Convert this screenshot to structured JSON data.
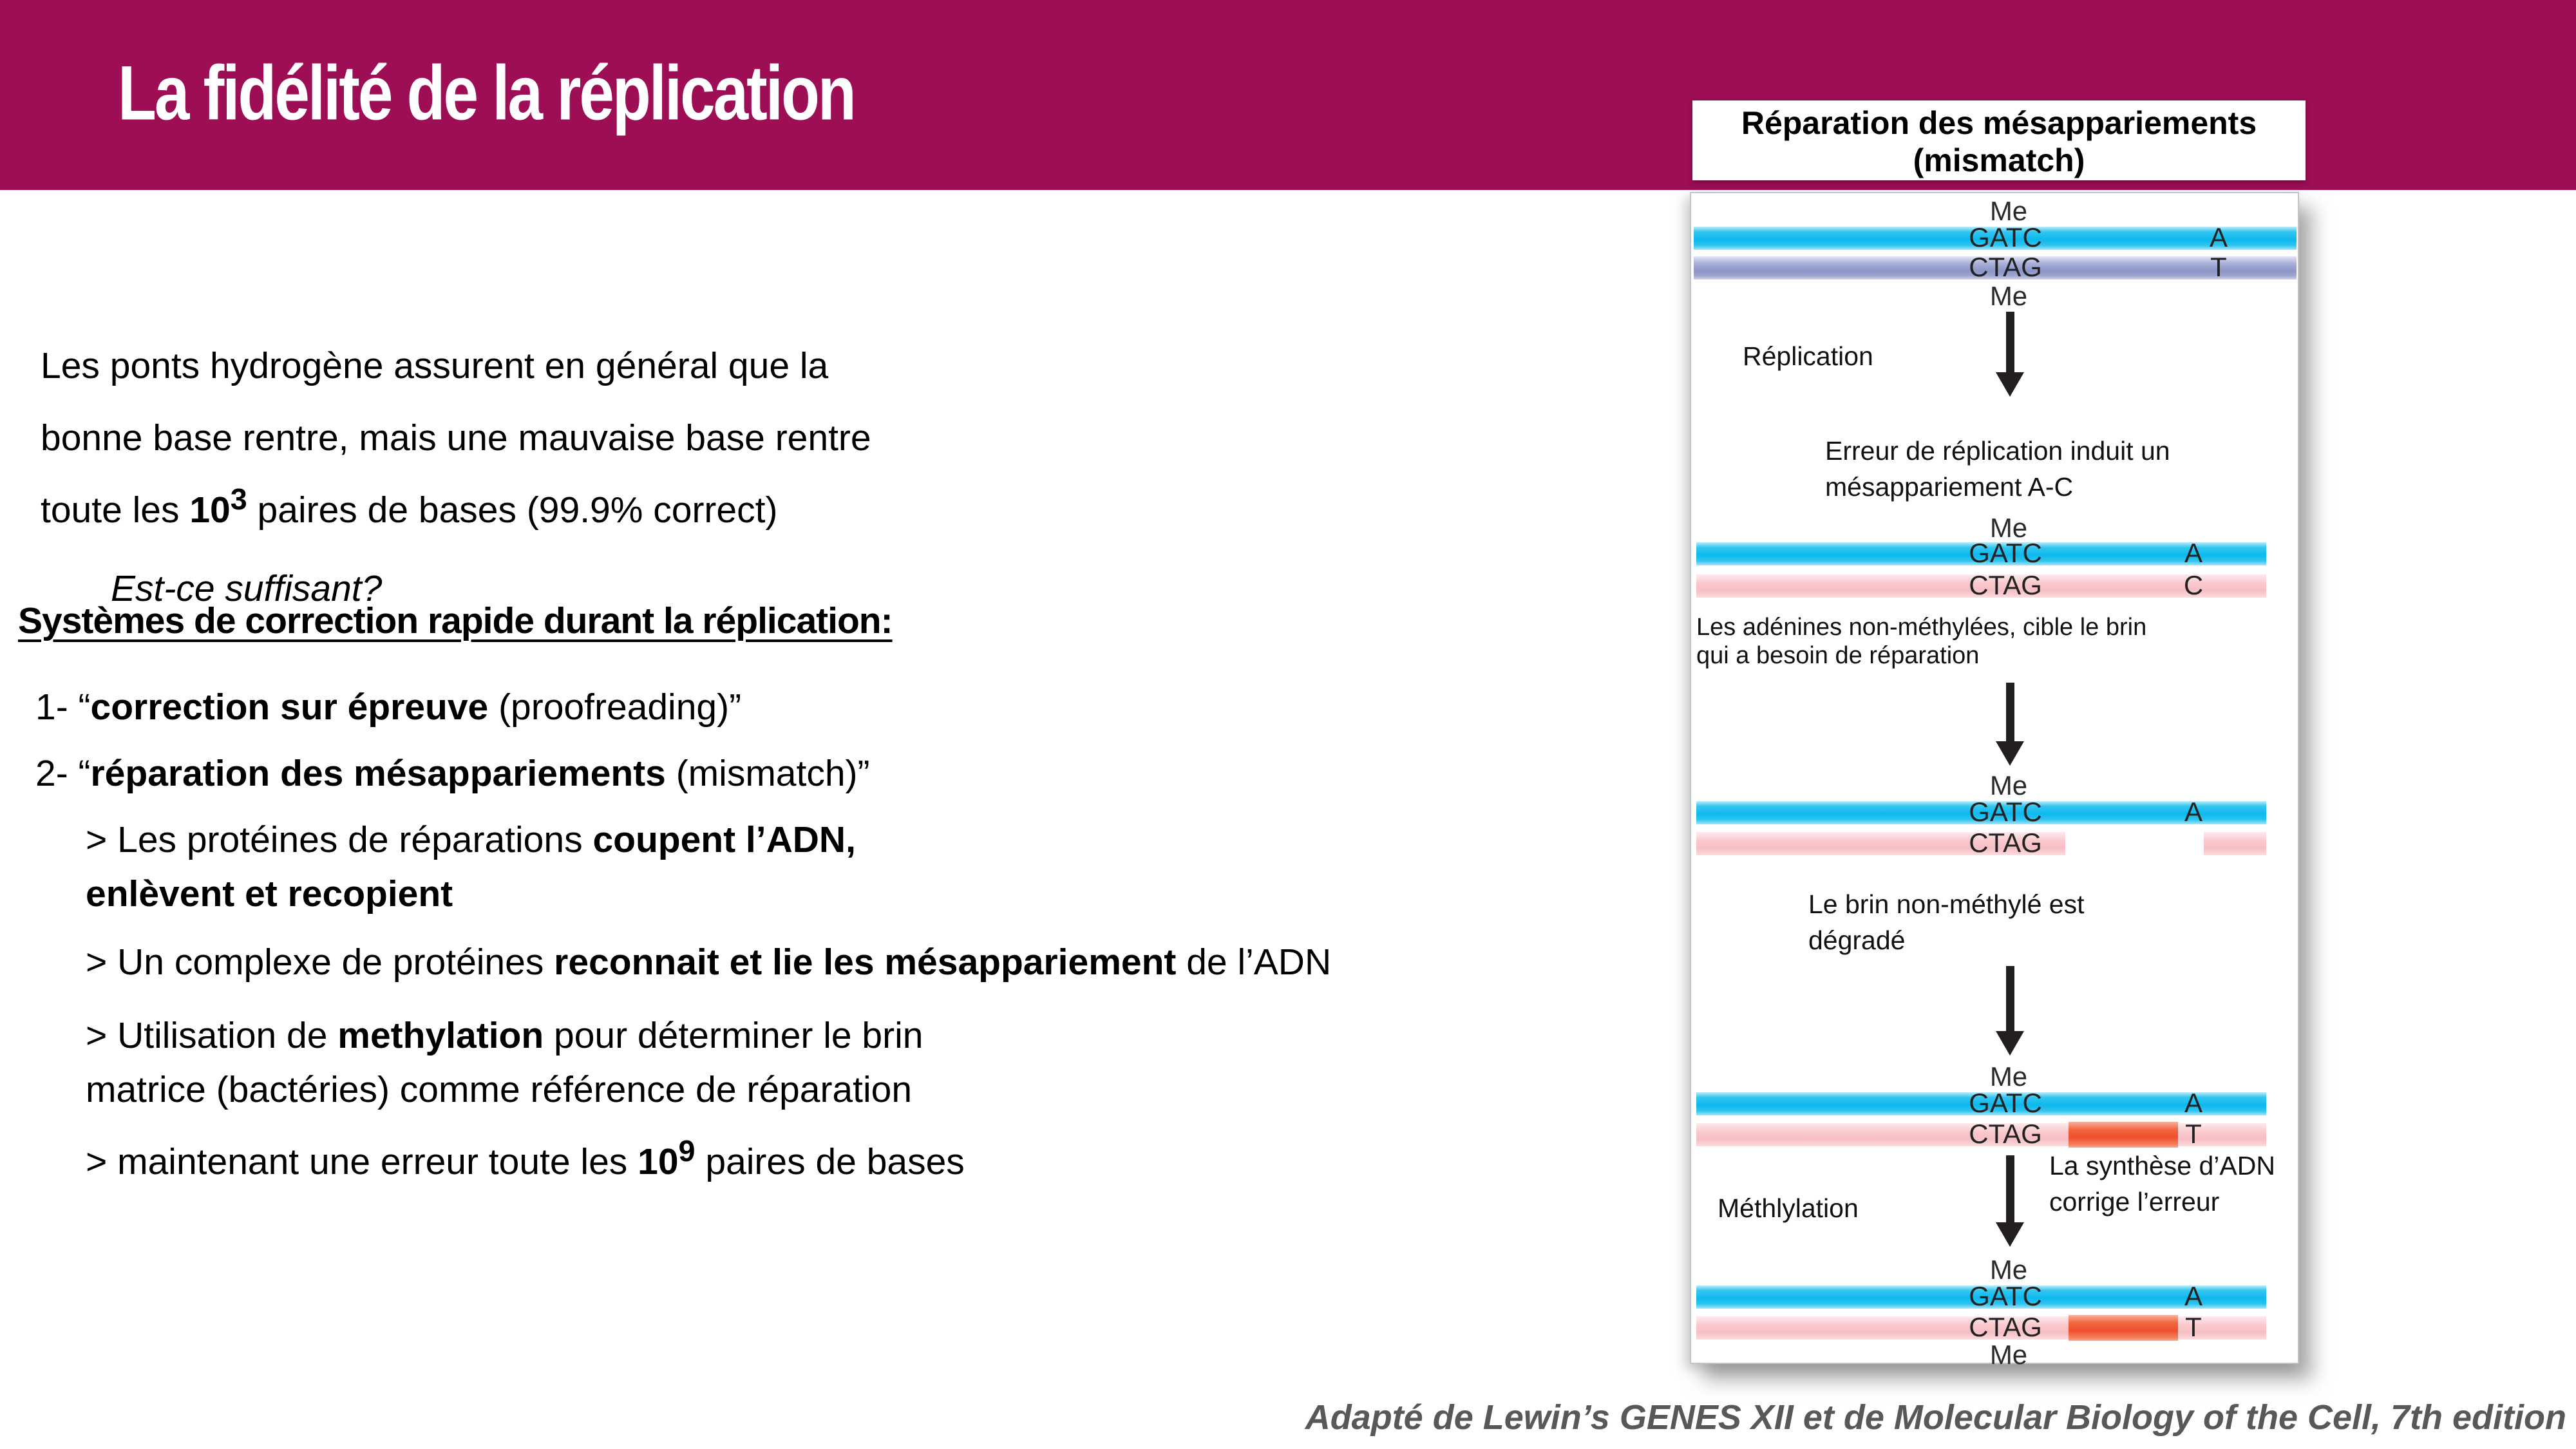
{
  "header": {
    "title": "La fidélité de la réplication"
  },
  "content": {
    "para1": {
      "line1": "Les ponts hydrogène assurent en général que la",
      "line2": "bonne base rentre, mais une mauvaise base rentre",
      "line3_pre": "toute les ",
      "line3_num": "10",
      "line3_sup": "3",
      "line3_post": " paires de bases (99.9% correct)"
    },
    "question": "Est-ce suffisant?",
    "heading": "Systèmes de correction rapide durant la réplication:",
    "item1": {
      "pre": "1- “",
      "bold": "correction sur épreuve",
      "post": " (proofreading)”"
    },
    "item2": {
      "pre": "2- “",
      "bold": "réparation des mésappariements",
      "post": " (mismatch)”"
    },
    "sub1": {
      "pre": "> Les protéines de réparations ",
      "bold": "coupent l’ADN,",
      "line2_bold": "enlèvent et recopient"
    },
    "sub2": {
      "pre": "> Un complexe de protéines ",
      "bold": "reconnait et lie les mésappariement",
      "post": " de l’ADN"
    },
    "sub3": {
      "pre": "> Utilisation de ",
      "bold": "methylation",
      "post": " pour déterminer le brin",
      "line2": "matrice (bactéries) comme référence de réparation"
    },
    "sub4": {
      "pre": "> maintenant une erreur toute les ",
      "num": "10",
      "sup": "9",
      "post": " paires de bases"
    }
  },
  "diagram": {
    "title": {
      "line1": "Réparation des mésappariements",
      "line2": "(mismatch)"
    },
    "bases": {
      "me": "Me",
      "gatc": "GATC",
      "ctag": "CTAG",
      "a": "A",
      "t": "T",
      "c": "C"
    },
    "labels": {
      "replication": "Réplication",
      "error1": "Erreur de réplication induit un",
      "error2": "mésappariement A-C",
      "adenine1": "Les adénines non-méthylées, cible le brin",
      "adenine2": "qui a besoin de réparation",
      "degrade1": "Le brin non-méthylé est",
      "degrade2": "dégradé",
      "synth1": "La synthèse d’ADN",
      "synth2": "corrige l’erreur",
      "methyl": "Méthlylation"
    }
  },
  "footer": {
    "credit": "Adapté de Lewin’s GENES XII et de Molecular Biology of the Cell, 7th edition"
  },
  "colors": {
    "header_bg": "#9D0E54",
    "strand_cyan": "#0db9ed",
    "strand_purple": "#8c95c8",
    "strand_pink": "#f7c3c8",
    "strand_orange": "#ee4f2e"
  }
}
